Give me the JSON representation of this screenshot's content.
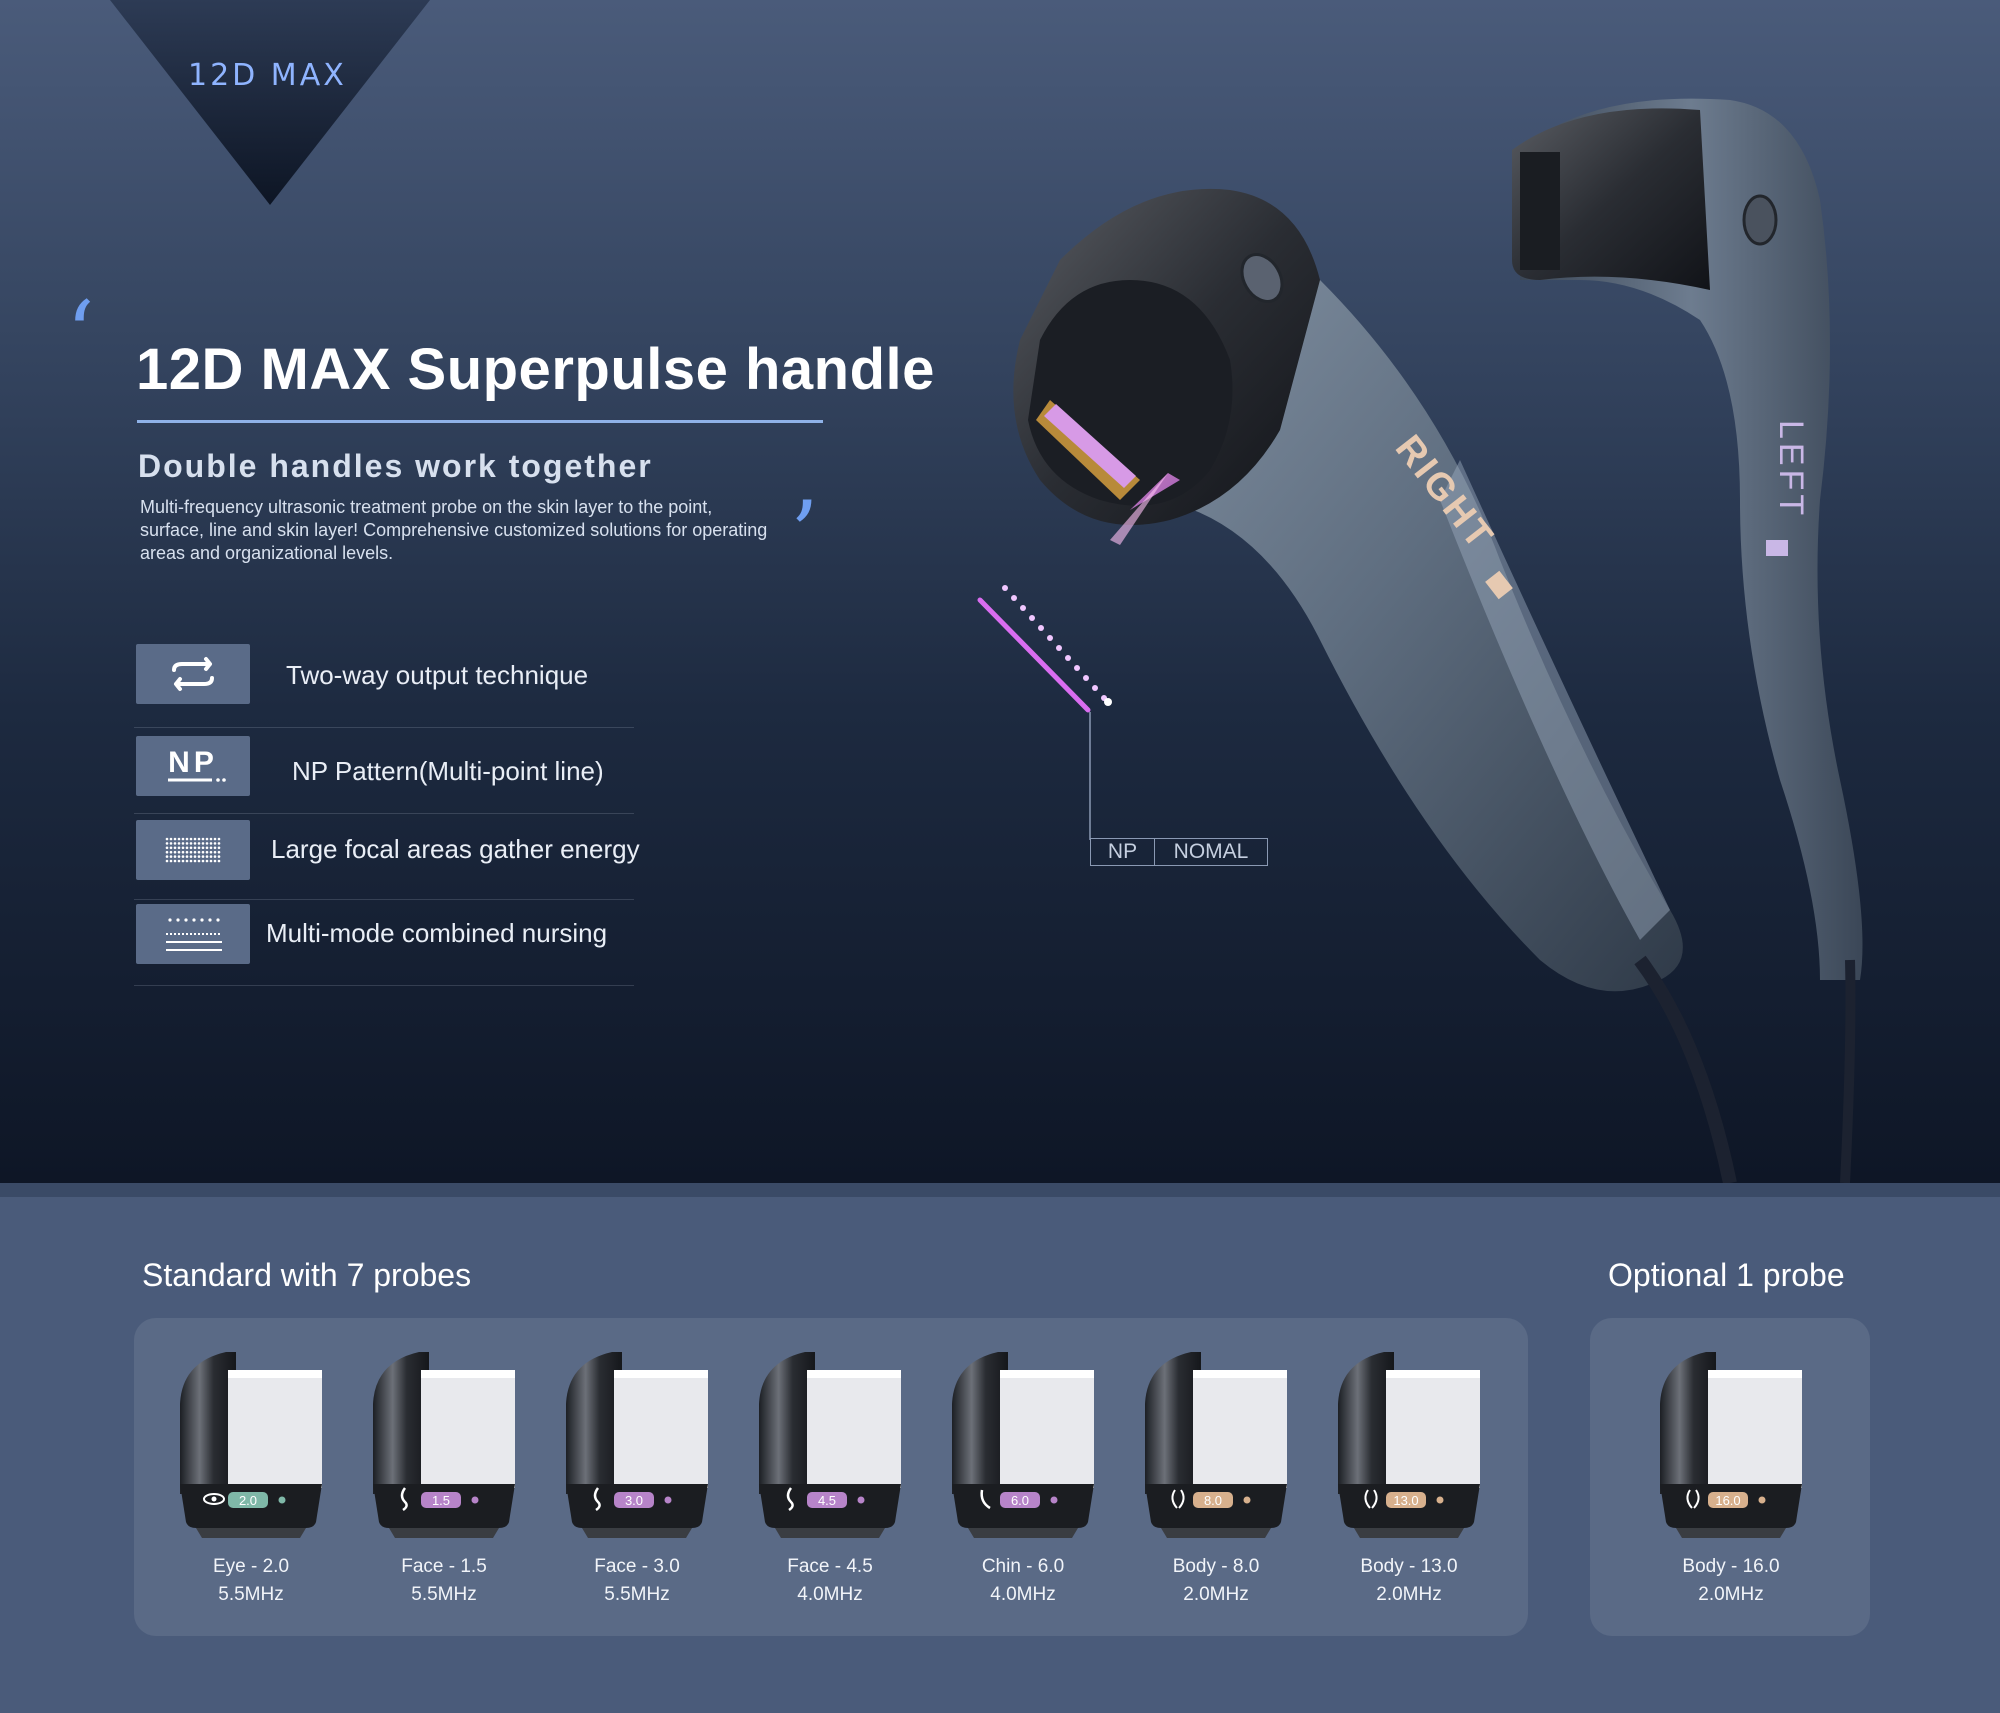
{
  "brand": {
    "logo": "12D MAX"
  },
  "header": {
    "title": "12D MAX Superpulse handle",
    "subtitle": "Double handles work together",
    "description": "Multi-frequency ultrasonic treatment probe on the skin layer to the point, surface, line and skin layer! Comprehensive customized solutions for operating areas and organizational levels."
  },
  "features": [
    {
      "label": "Two-way output technique",
      "icon": "two-way-arrows-icon"
    },
    {
      "label": "NP Pattern(Multi-point line)",
      "icon": "np-pattern-icon"
    },
    {
      "label": "Large focal areas gather energy",
      "icon": "dot-grid-icon"
    },
    {
      "label": "Multi-mode combined nursing",
      "icon": "multi-line-icon"
    }
  ],
  "device": {
    "right_label": "RIGHT",
    "left_label": "LEFT",
    "mode_a": "NP",
    "mode_b": "NOMAL"
  },
  "probes_section": {
    "standard_title": "Standard with 7 probes",
    "optional_title": "Optional 1 probe",
    "standard": [
      {
        "name": "Eye - 2.0",
        "freq": "5.5MHz",
        "badge": "2.0",
        "icon": "eye-icon",
        "color": "#7fb8a8"
      },
      {
        "name": "Face - 1.5",
        "freq": "5.5MHz",
        "badge": "1.5",
        "icon": "face-icon",
        "color": "#b784c9"
      },
      {
        "name": "Face - 3.0",
        "freq": "5.5MHz",
        "badge": "3.0",
        "icon": "face-icon",
        "color": "#b784c9"
      },
      {
        "name": "Face - 4.5",
        "freq": "4.0MHz",
        "badge": "4.5",
        "icon": "face-icon",
        "color": "#b784c9"
      },
      {
        "name": "Chin - 6.0",
        "freq": "4.0MHz",
        "badge": "6.0",
        "icon": "chin-icon",
        "color": "#b784c9"
      },
      {
        "name": "Body - 8.0",
        "freq": "2.0MHz",
        "badge": "8.0",
        "icon": "body-icon",
        "color": "#d7b08d"
      },
      {
        "name": "Body - 13.0",
        "freq": "2.0MHz",
        "badge": "13.0",
        "icon": "body-icon",
        "color": "#d7b08d"
      }
    ],
    "optional": [
      {
        "name": "Body - 16.0",
        "freq": "2.0MHz",
        "badge": "16.0",
        "icon": "body-icon",
        "color": "#d7b08d"
      }
    ]
  },
  "colors": {
    "accent": "#8fb2e8",
    "quote": "#6f9ef0",
    "panel": "#5a6a86",
    "background": "#4a5b7a"
  }
}
